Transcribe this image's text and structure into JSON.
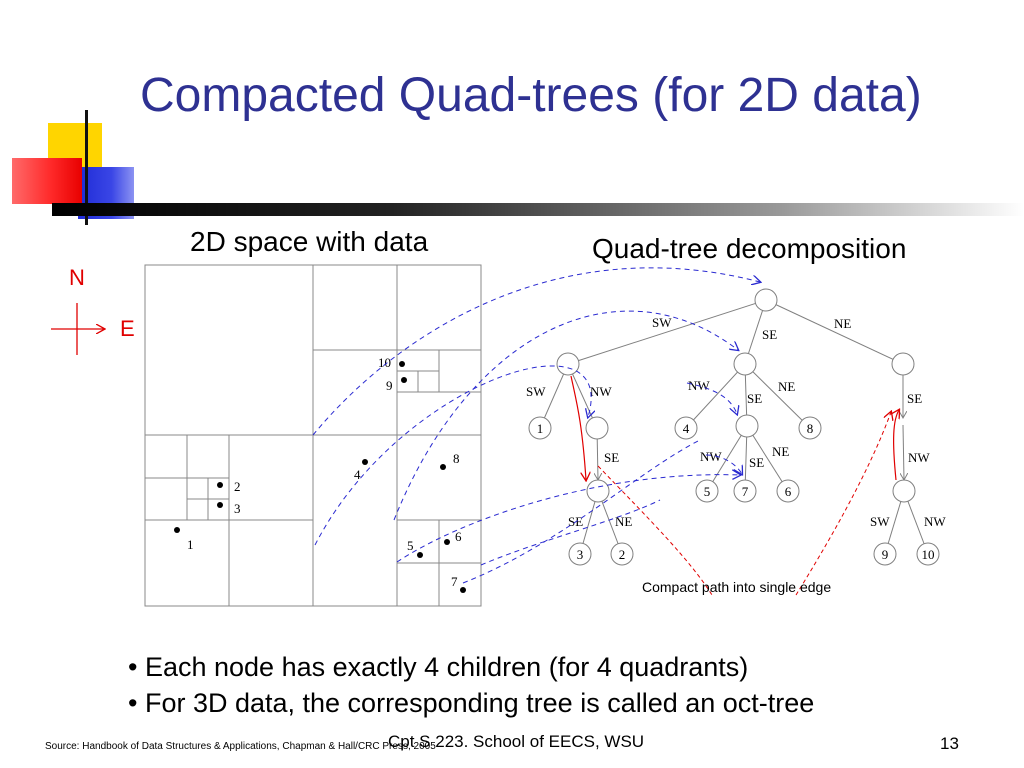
{
  "slide": {
    "title": "Compacted Quad-trees (for 2D data)",
    "left_heading": "2D space with data",
    "right_heading": "Quad-tree decomposition",
    "compass": {
      "north": "N",
      "east": "E"
    },
    "compact_note": "Compact path into single edge",
    "bullets": [
      "• Each node has exactly 4 children (for 4 quadrants)",
      "• For 3D data, the corresponding tree is called an oct-tree"
    ],
    "source": "Source: Handbook of Data Structures & Applications, Chapman & Hall/CRC Press, 2005",
    "footer": "Cpt S 223. School of EECS, WSU",
    "page_number": "13"
  },
  "space": {
    "points": [
      "1",
      "2",
      "3",
      "4",
      "5",
      "6",
      "7",
      "8",
      "9",
      "10"
    ]
  },
  "tree": {
    "edge_labels": {
      "root_sw": "SW",
      "root_se": "SE",
      "root_ne": "NE",
      "a_sw": "SW",
      "a_nw": "NW",
      "b_nw": "NW",
      "b_se": "SE",
      "b_ne": "NE",
      "c_se": "SE",
      "a2_se": "SE",
      "d_se": "SE",
      "d_ne": "NE",
      "b2_nw": "NW",
      "b2_se": "SE",
      "b2_ne": "NE",
      "c2_nw": "NW",
      "e_sw": "SW",
      "e_nw": "NW"
    },
    "leaves": [
      "1",
      "3",
      "2",
      "4",
      "8",
      "5",
      "7",
      "6",
      "9",
      "10"
    ]
  },
  "colors": {
    "title": "#2e3192",
    "dashed_blue": "#2a2ad0",
    "red": "#e00000",
    "tree_lines": "#808080"
  }
}
